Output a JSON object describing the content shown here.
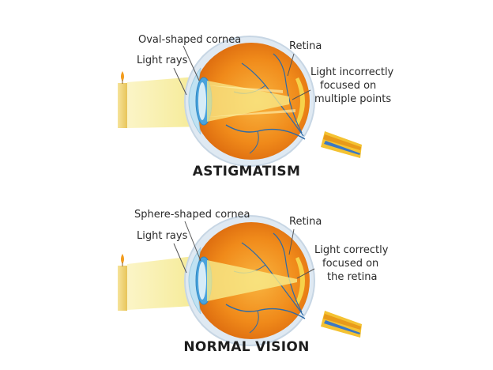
{
  "colors": {
    "eye_orange": "#ef7e14",
    "eye_inner": "#f4a32a",
    "light_beam": "#f7ee9c",
    "candle": "#f2d97a",
    "flame": "#f29c1d",
    "cornea": "#a9d8ee",
    "lens": "#5aaee0",
    "sclera_ring": "#cfe3f2",
    "vessel": "#2c6aa8",
    "nerve": "#f2c12e"
  },
  "diagrams": [
    {
      "title": "ASTIGMATISM",
      "labels": {
        "cornea": "Oval-shaped cornea",
        "light_rays": "Light rays",
        "retina": "Retina",
        "focus_line1": "Light incorrectly",
        "focus_line2": "focused on",
        "focus_line3": "multiple points"
      }
    },
    {
      "title": "NORMAL VISION",
      "labels": {
        "cornea": "Sphere-shaped cornea",
        "light_rays": "Light rays",
        "retina": "Retina",
        "focus_line1": "Light correctly",
        "focus_line2": "focused on",
        "focus_line3": "the retina"
      }
    }
  ]
}
